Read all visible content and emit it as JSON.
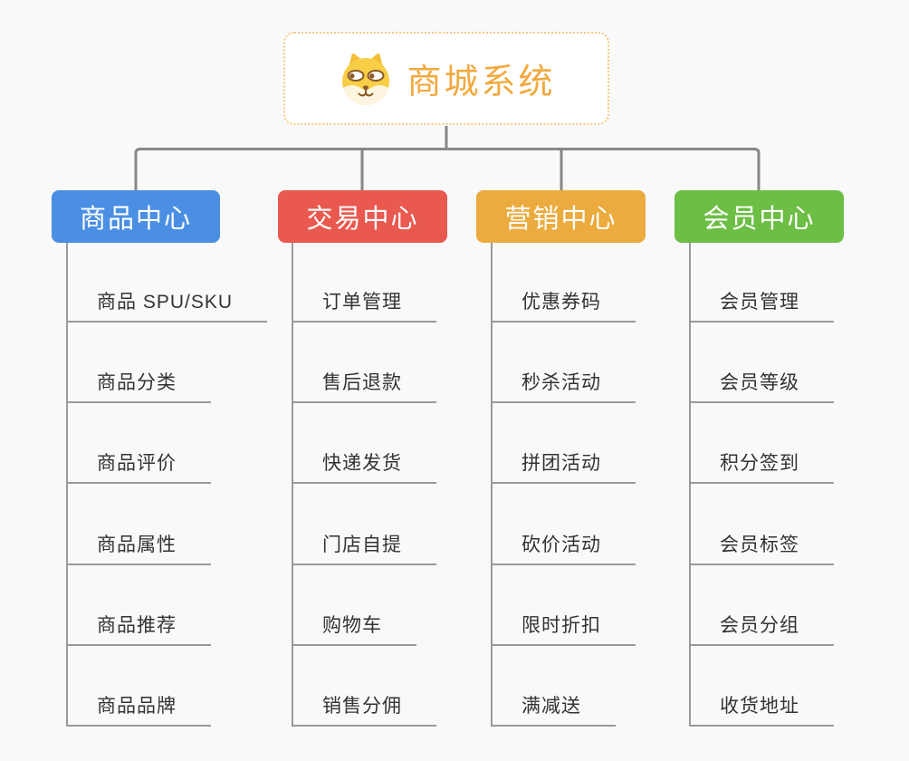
{
  "root": {
    "title": "商城系统",
    "icon": "dog-face",
    "accent_color": "#f2a93e",
    "border_color": "#f6c87e"
  },
  "branches": [
    {
      "label": "商品中心",
      "color": "#4b8fe4",
      "children": [
        "商品 SPU/SKU",
        "商品分类",
        "商品评价",
        "商品属性",
        "商品推荐",
        "商品品牌"
      ]
    },
    {
      "label": "交易中心",
      "color": "#e9594f",
      "children": [
        "订单管理",
        "售后退款",
        "快递发货",
        "门店自提",
        "购物车",
        "销售分佣"
      ]
    },
    {
      "label": "营销中心",
      "color": "#ecab3e",
      "children": [
        "优惠券码",
        "秒杀活动",
        "拼团活动",
        "砍价活动",
        "限时折扣",
        "满减送"
      ]
    },
    {
      "label": "会员中心",
      "color": "#6cbe45",
      "children": [
        "会员管理",
        "会员等级",
        "积分签到",
        "会员标签",
        "会员分组",
        "收货地址"
      ]
    }
  ],
  "connector_color": "#878787",
  "child_line_color": "#9a9a9a",
  "background_color": "#f9f9f9",
  "child_text_color": "#333333"
}
